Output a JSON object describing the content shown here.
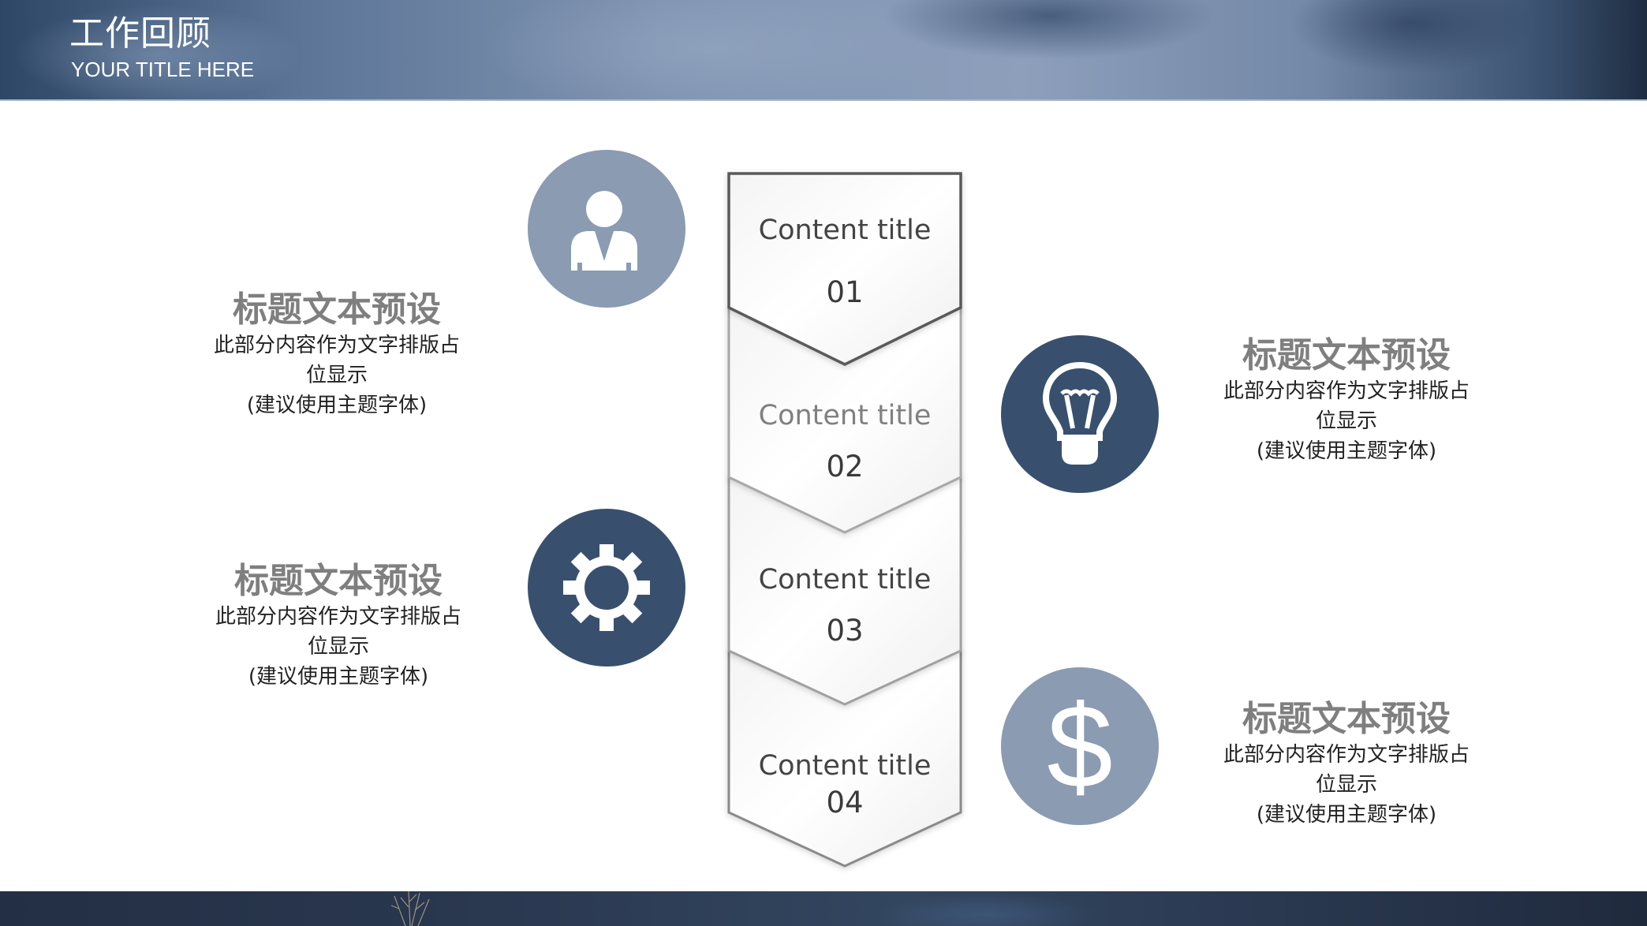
{
  "header": {
    "title": "工作回顾",
    "subtitle": "YOUR TITLE HERE"
  },
  "colors": {
    "circle_light": "#8a9bb2",
    "circle_dark": "#38506e",
    "heading_gray": "#7f7f7f",
    "chevron_border_dark": "#555555",
    "chevron_border_light": "#9a9a9a"
  },
  "steps": [
    {
      "title": "Content title",
      "number": "01"
    },
    {
      "title": "Content title",
      "number": "02"
    },
    {
      "title": "Content title",
      "number": "03"
    },
    {
      "title": "Content title",
      "number": "04"
    }
  ],
  "icons": [
    {
      "name": "person-icon",
      "style": "light"
    },
    {
      "name": "lightbulb-icon",
      "style": "dark"
    },
    {
      "name": "gear-icon",
      "style": "dark"
    },
    {
      "name": "dollar-icon",
      "style": "light"
    }
  ],
  "blocks": [
    {
      "heading": "标题文本预设",
      "line1": "此部分内容作为文字排版占",
      "line2": "位显示",
      "line3": "(建议使用主题字体)"
    },
    {
      "heading": "标题文本预设",
      "line1": "此部分内容作为文字排版占",
      "line2": "位显示",
      "line3": "(建议使用主题字体)"
    },
    {
      "heading": "标题文本预设",
      "line1": "此部分内容作为文字排版占",
      "line2": "位显示",
      "line3": "(建议使用主题字体)"
    },
    {
      "heading": "标题文本预设",
      "line1": "此部分内容作为文字排版占",
      "line2": "位显示",
      "line3": "(建议使用主题字体)"
    }
  ],
  "dollar_glyph": "$"
}
